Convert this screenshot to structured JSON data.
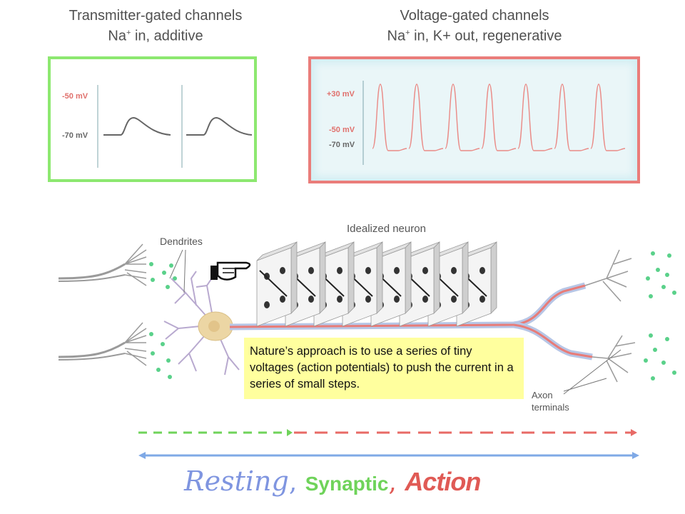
{
  "left_panel": {
    "title_line1": "Transmitter-gated channels",
    "title_line2_prefix": "Na",
    "title_line2_sup": "+",
    "title_line2_suffix": " in, additive",
    "label_high": "-50 mV",
    "label_low": "-70 mV",
    "border_color": "#8de870"
  },
  "right_panel": {
    "title_line1": "Voltage-gated channels",
    "title_line2_prefix": "Na",
    "title_line2_sup": "+",
    "title_line2_suffix": " in, K+ out, regenerative",
    "label_top": "+30 mV",
    "label_mid": "-50 mV",
    "label_low": "-70 mV",
    "spike_count": 7,
    "border_color": "#ea7d7a"
  },
  "neuron": {
    "label_idealized": "Idealized neuron",
    "label_dendrites": "Dendrites",
    "label_axon_terminals_1": "Axon",
    "label_axon_terminals_2": "terminals",
    "domino_count": 8
  },
  "callout": {
    "text": "Nature’s approach is to use a series of tiny voltages (action potentials) to push the current in a series of small steps."
  },
  "caption": {
    "resting": "Resting",
    "sep1": ", ",
    "synaptic": "Synaptic",
    "sep2": ", ",
    "action": "Action"
  },
  "colors": {
    "green": "#6fd35a",
    "red": "#e86a66",
    "blue": "#7fa9e6",
    "axon_red": "#e87c78"
  }
}
